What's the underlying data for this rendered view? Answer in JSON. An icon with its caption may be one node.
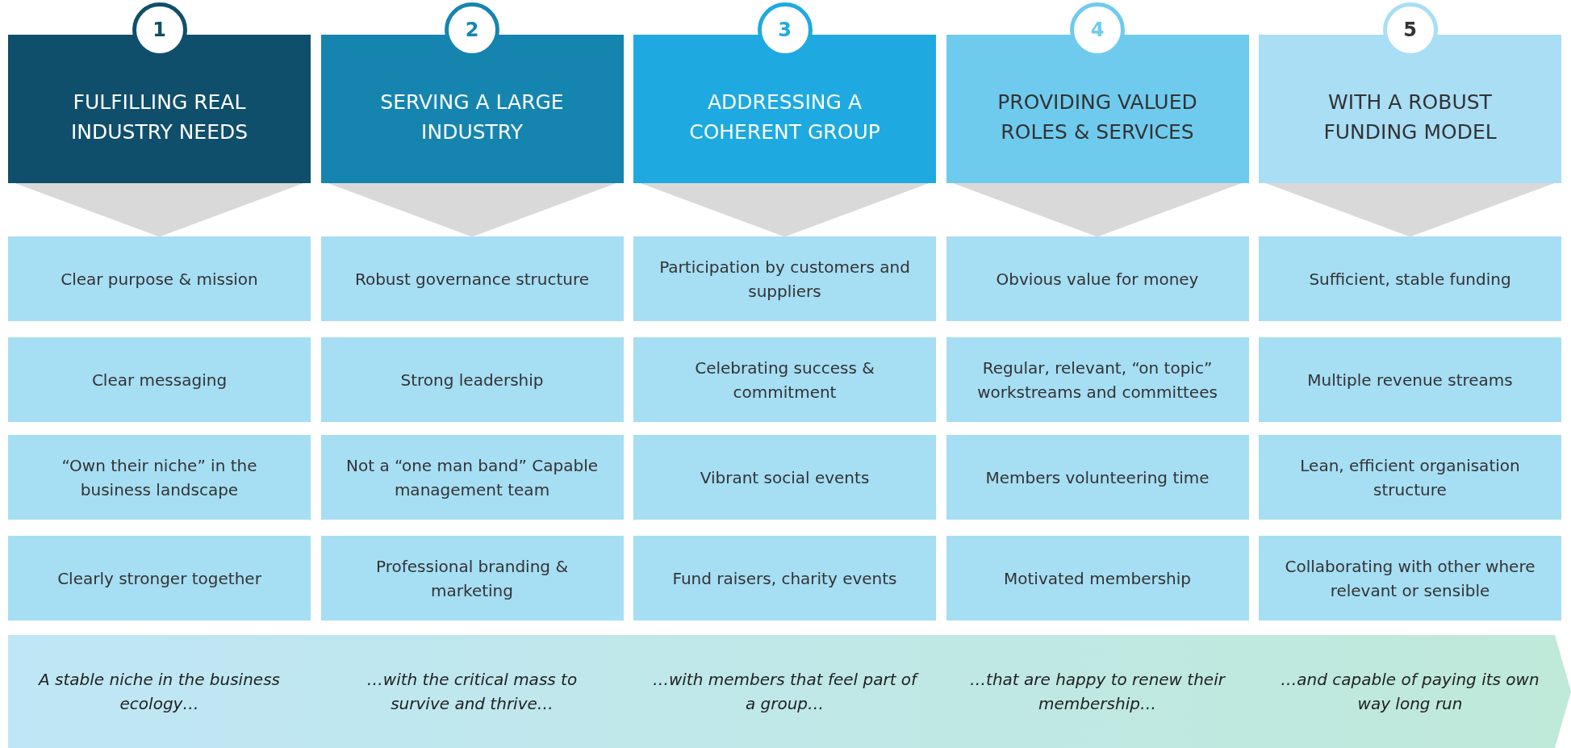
{
  "diagram": {
    "nodes": [
      {
        "text": [
          "1"
        ]
      },
      {
        "text": [
          "FULFILLING REAL INDUSTRY NEEDS"
        ]
      },
      {
        "text": [
          "Clear purpose & mission"
        ]
      },
      {
        "text": [
          "Clear messaging"
        ]
      },
      {
        "text": [
          "“Own their niche” in the business landscape"
        ]
      },
      {
        "text": [
          "Clearly stronger together"
        ]
      },
      {
        "text": [
          "2"
        ]
      },
      {
        "text": [
          "SERVING A LARGE INDUSTRY"
        ]
      },
      {
        "text": [
          "Robust governance structure"
        ]
      },
      {
        "text": [
          "Strong leadership"
        ]
      },
      {
        "text": [
          "Not a “one man band” Capable management team"
        ]
      },
      {
        "text": [
          "Professional branding & marketing"
        ]
      },
      {
        "text": [
          "3"
        ]
      },
      {
        "text": [
          "ADDRESSING A COHERENT GROUP"
        ]
      },
      {
        "text": [
          "Participation by customers and suppliers"
        ]
      },
      {
        "text": [
          "Celebrating success & commitment"
        ]
      },
      {
        "text": [
          "Vibrant social events"
        ]
      },
      {
        "text": [
          "Fund raisers, charity events"
        ]
      },
      {
        "text": [
          "4"
        ]
      },
      {
        "text": [
          "PROVIDING VALUED ROLES & SERVICES"
        ]
      },
      {
        "text": [
          "Obvious value for money"
        ]
      },
      {
        "text": [
          "Regular, relevant, “on topic” workstreams and committees"
        ]
      },
      {
        "text": [
          "Members volunteering time"
        ]
      },
      {
        "text": [
          "Motivated membership"
        ]
      },
      {
        "text": [
          "5"
        ]
      },
      {
        "text": [
          "WITH A ROBUST FUNDING MODEL"
        ]
      },
      {
        "text": [
          "Sufficient, stable funding"
        ]
      },
      {
        "text": [
          "Multiple revenue streams"
        ]
      },
      {
        "text": [
          "Lean, efficient organisation structure"
        ]
      },
      {
        "text": [
          "Collaborating with other where relevant or sensible"
        ]
      },
      {
        "text": [
          "A stable niche in the business ecology…",
          "…with the critical mass to survive and thrive…",
          "…with members that feel part of a group…",
          "…that are happy to renew their membership…",
          "…and capable of paying its own way long run"
        ]
      }
    ],
    "edges": [
      {
        "from": 1,
        "to": 2,
        "arrow": "to"
      },
      {
        "from": 7,
        "to": 8,
        "arrow": "to"
      },
      {
        "from": 13,
        "to": 14,
        "arrow": "to"
      },
      {
        "from": 19,
        "to": 20,
        "arrow": "to"
      },
      {
        "from": 25,
        "to": 26,
        "arrow": "to"
      }
    ]
  }
}
